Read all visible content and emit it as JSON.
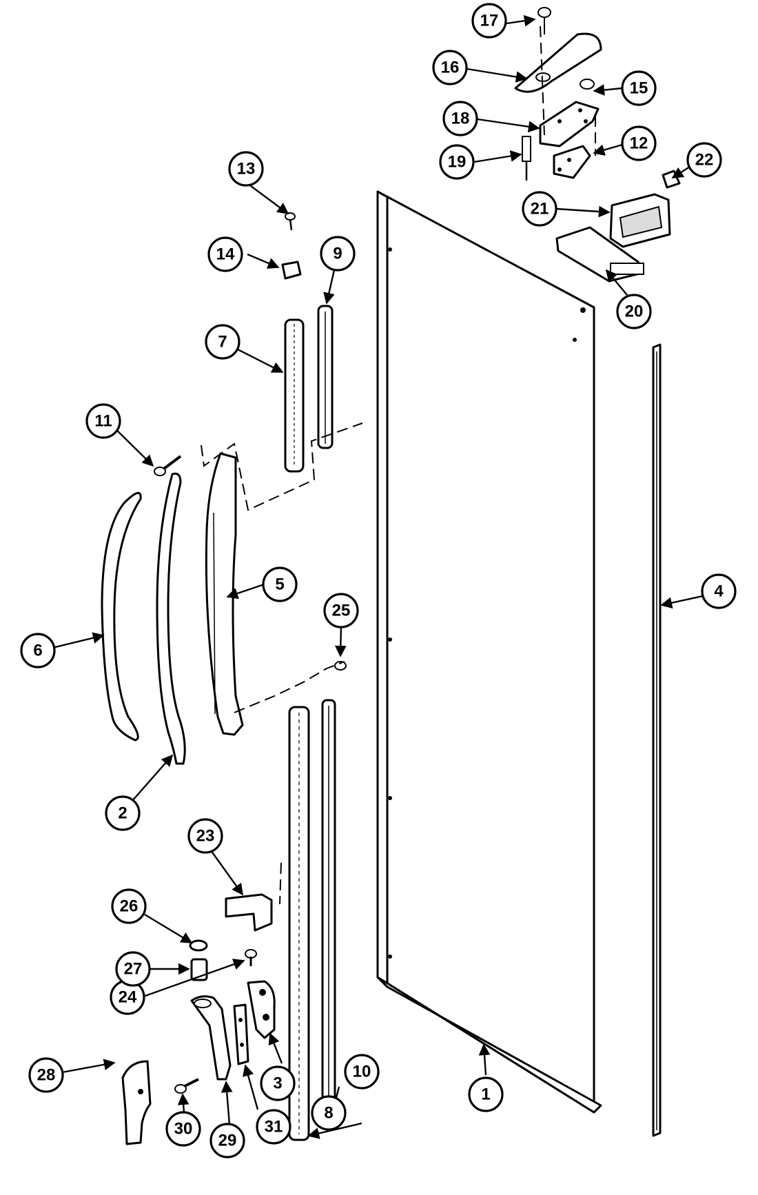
{
  "callouts": [
    {
      "label": "1"
    },
    {
      "label": "2"
    },
    {
      "label": "3"
    },
    {
      "label": "4"
    },
    {
      "label": "5"
    },
    {
      "label": "6"
    },
    {
      "label": "7"
    },
    {
      "label": "8"
    },
    {
      "label": "9"
    },
    {
      "label": "10"
    },
    {
      "label": "11"
    },
    {
      "label": "12"
    },
    {
      "label": "13"
    },
    {
      "label": "14"
    },
    {
      "label": "15"
    },
    {
      "label": "16"
    },
    {
      "label": "17"
    },
    {
      "label": "18"
    },
    {
      "label": "19"
    },
    {
      "label": "20"
    },
    {
      "label": "21"
    },
    {
      "label": "22"
    },
    {
      "label": "23"
    },
    {
      "label": "24"
    },
    {
      "label": "25"
    },
    {
      "label": "26"
    },
    {
      "label": "27"
    },
    {
      "label": "28"
    },
    {
      "label": "29"
    },
    {
      "label": "30"
    },
    {
      "label": "31"
    }
  ]
}
